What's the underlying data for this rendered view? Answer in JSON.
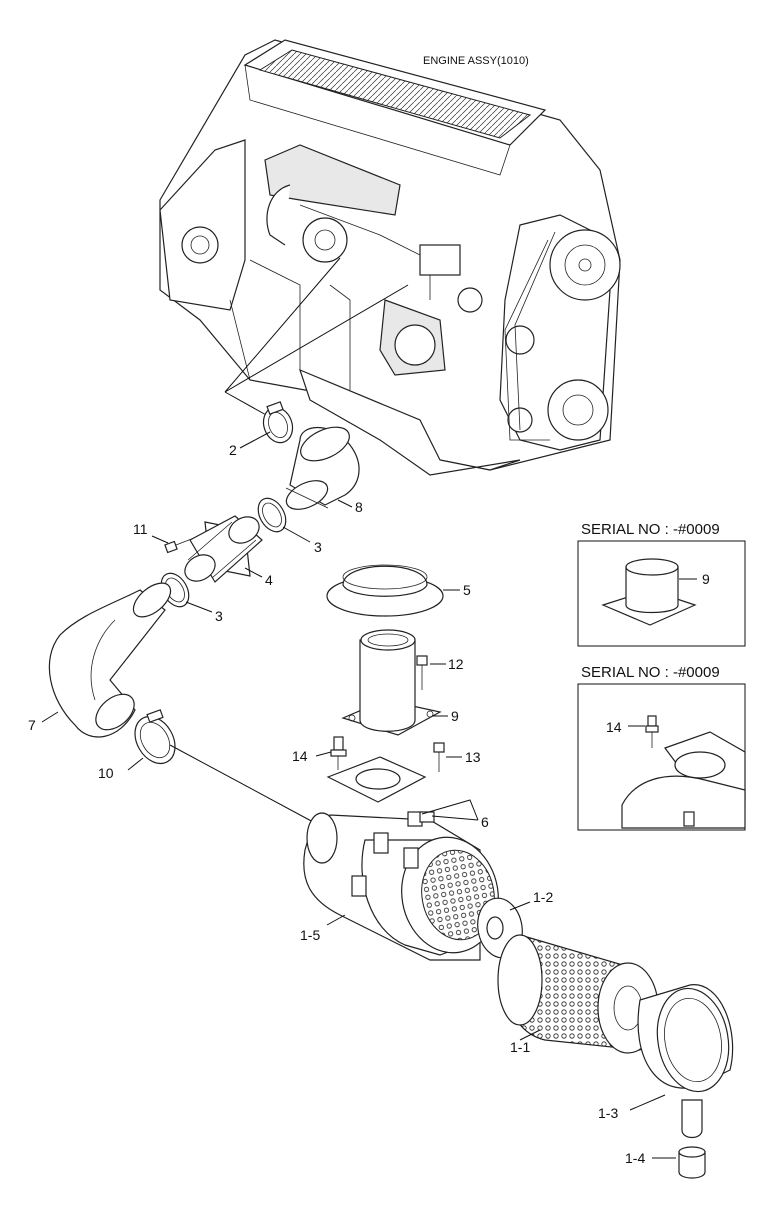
{
  "header": {
    "engine_title": "ENGINE ASSY(1010)"
  },
  "inset_top": {
    "title": "SERIAL NO : -#0009",
    "callout": "9"
  },
  "inset_bottom": {
    "title": "SERIAL NO : -#0009",
    "callout": "14"
  },
  "callouts": {
    "c2": "2",
    "c8": "8",
    "c11": "11",
    "c3a": "3",
    "c4": "4",
    "c3b": "3",
    "c5": "5",
    "c7": "7",
    "c12": "12",
    "c9": "9",
    "c10": "10",
    "c14": "14",
    "c13": "13",
    "c6": "6",
    "c1_2": "1-2",
    "c1_5": "1-5",
    "c1_1": "1-1",
    "c1_3": "1-3",
    "c1_4": "1-4"
  }
}
